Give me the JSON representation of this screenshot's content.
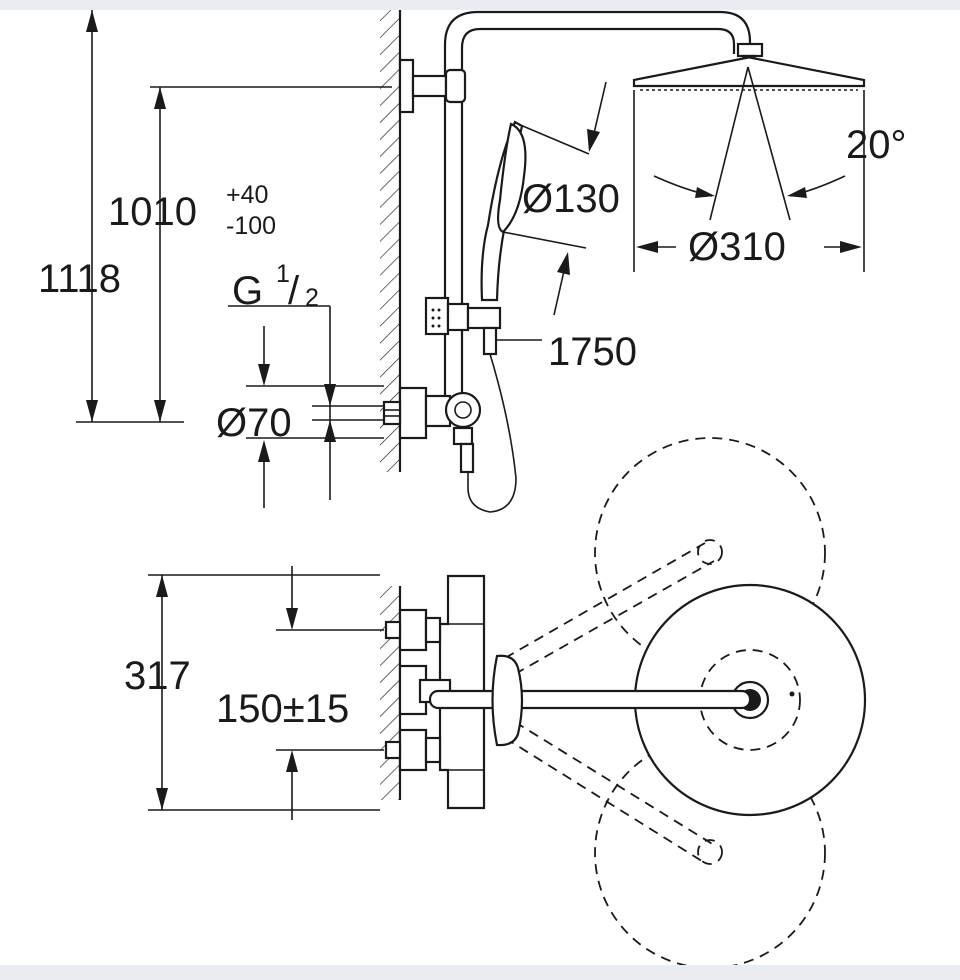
{
  "drawing": {
    "side_view": {
      "dim_total_height": "1118",
      "dim_outlet_height": "1010",
      "dim_outlet_tol_plus": "+40",
      "dim_outlet_tol_minus": "-100",
      "dim_thread": "G",
      "dim_thread_num": "1",
      "dim_thread_slash": "/",
      "dim_thread_den": "2",
      "dim_flange_diameter": "Ø70",
      "dim_hand_shower_diameter": "Ø130",
      "dim_hose_length": "1750",
      "dim_head_shower_diameter": "Ø310",
      "dim_head_tilt_angle": "20°"
    },
    "top_view": {
      "dim_wall_width": "317",
      "dim_connection_spacing": "150±15"
    }
  }
}
